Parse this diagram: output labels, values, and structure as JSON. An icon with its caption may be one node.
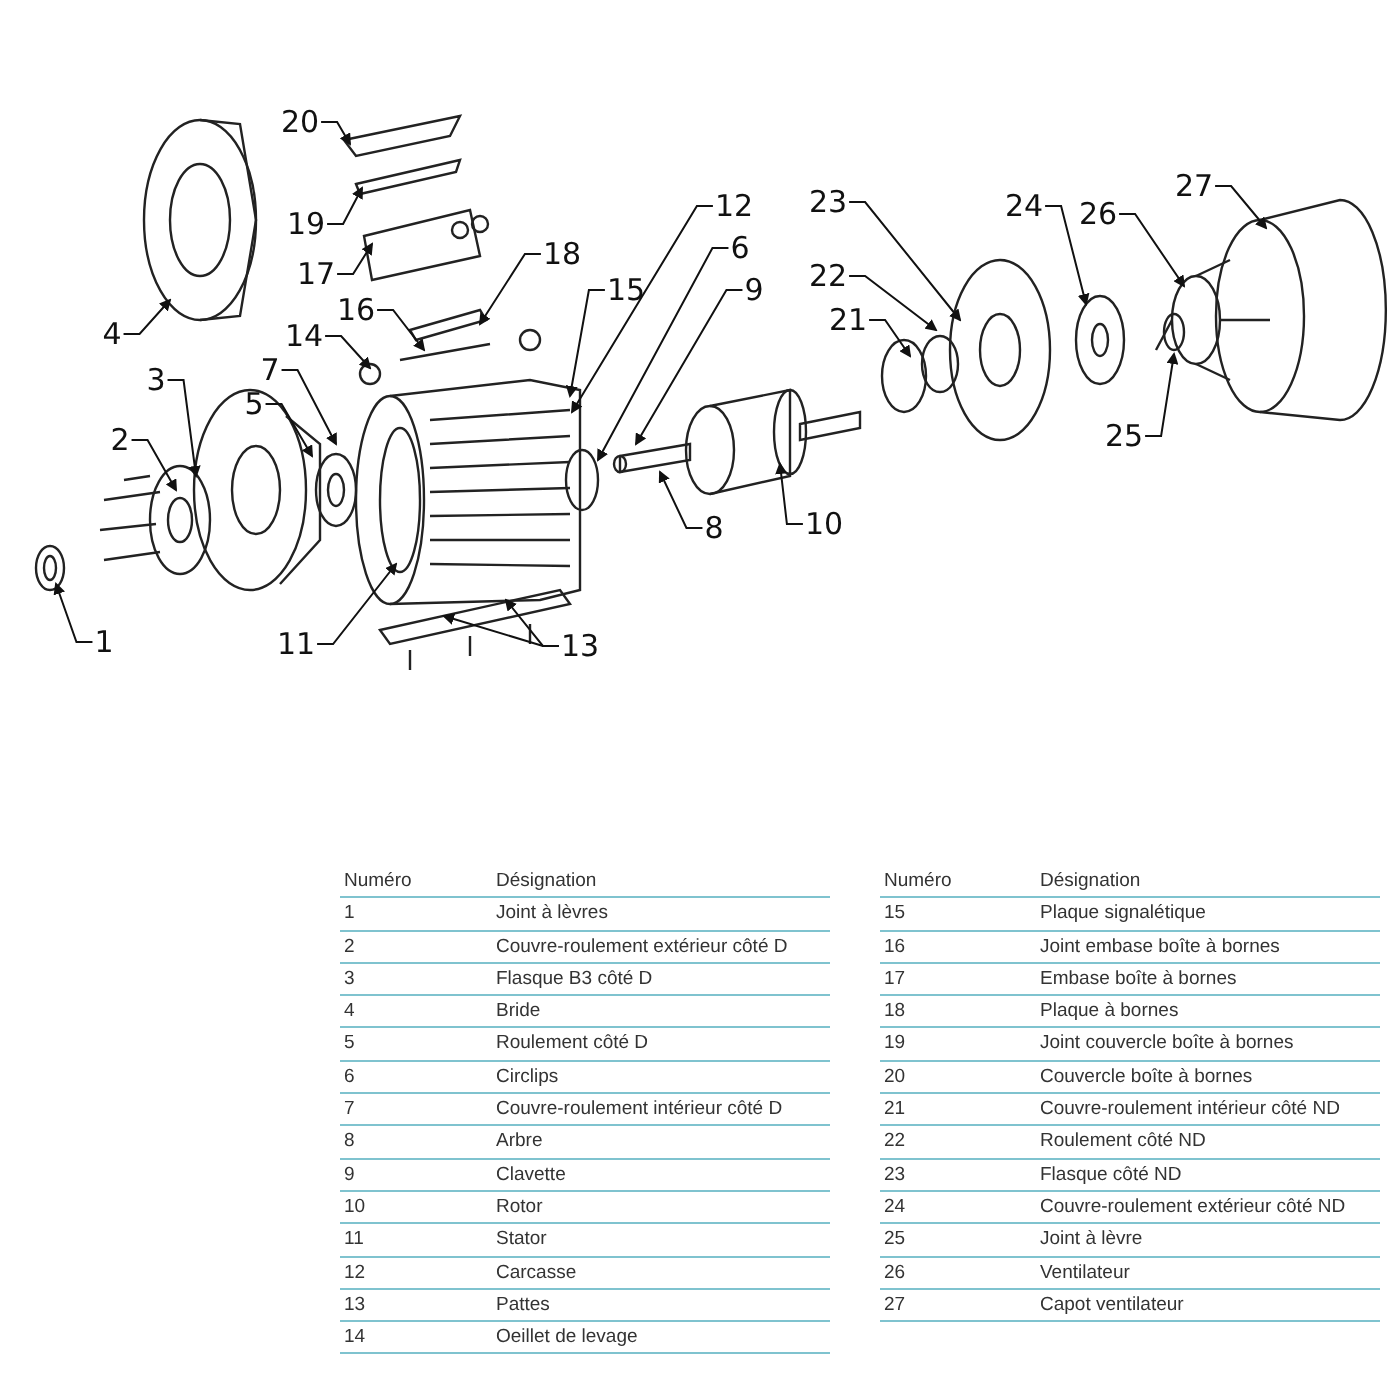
{
  "diagram": {
    "nodes": [
      {
        "text": [
          "1"
        ]
      },
      {
        "text": [
          "2"
        ]
      },
      {
        "text": [
          "3"
        ]
      },
      {
        "text": [
          "4"
        ]
      },
      {
        "text": [
          "5"
        ]
      },
      {
        "text": [
          "6"
        ]
      },
      {
        "text": [
          "7"
        ]
      },
      {
        "text": [
          "8"
        ]
      },
      {
        "text": [
          "9"
        ]
      },
      {
        "text": [
          "10"
        ]
      },
      {
        "text": [
          "11"
        ]
      },
      {
        "text": [
          "12"
        ]
      },
      {
        "text": [
          "13"
        ]
      },
      {
        "text": [
          "14"
        ]
      },
      {
        "text": [
          "15"
        ]
      },
      {
        "text": [
          "16"
        ]
      },
      {
        "text": [
          "17"
        ]
      },
      {
        "text": [
          "18"
        ]
      },
      {
        "text": [
          "19"
        ]
      },
      {
        "text": [
          "20"
        ]
      },
      {
        "text": [
          "21"
        ]
      },
      {
        "text": [
          "22"
        ]
      },
      {
        "text": [
          "23"
        ]
      },
      {
        "text": [
          "24"
        ]
      },
      {
        "text": [
          "25"
        ]
      },
      {
        "text": [
          "26"
        ]
      },
      {
        "text": [
          "27"
        ]
      }
    ],
    "edges": [
      {
        "from": 0,
        "to": null,
        "arrow": "to"
      },
      {
        "from": 1,
        "to": null,
        "arrow": "to"
      },
      {
        "from": 2,
        "to": null,
        "arrow": "to"
      },
      {
        "from": 3,
        "to": null,
        "arrow": "to"
      },
      {
        "from": 4,
        "to": null,
        "arrow": "to"
      },
      {
        "from": 5,
        "to": null,
        "arrow": "to"
      },
      {
        "from": 6,
        "to": null,
        "arrow": "to"
      },
      {
        "from": 7,
        "to": null,
        "arrow": "to"
      },
      {
        "from": 8,
        "to": null,
        "arrow": "to"
      },
      {
        "from": 9,
        "to": null,
        "arrow": "to"
      },
      {
        "from": 10,
        "to": null,
        "arrow": "to"
      },
      {
        "from": 11,
        "to": null,
        "arrow": "to"
      },
      {
        "from": 12,
        "to": null,
        "arrow": "to"
      },
      {
        "from": 12,
        "to": null,
        "arrow": "to"
      },
      {
        "from": 13,
        "to": null,
        "arrow": "to"
      },
      {
        "from": 14,
        "to": null,
        "arrow": "to"
      },
      {
        "from": 15,
        "to": null,
        "arrow": "to"
      },
      {
        "from": 16,
        "to": null,
        "arrow": "to"
      },
      {
        "from": 17,
        "to": null,
        "arrow": "to"
      },
      {
        "from": 18,
        "to": null,
        "arrow": "to"
      },
      {
        "from": 19,
        "to": null,
        "arrow": "to"
      },
      {
        "from": 20,
        "to": null,
        "arrow": "to"
      },
      {
        "from": 21,
        "to": null,
        "arrow": "to"
      },
      {
        "from": 22,
        "to": null,
        "arrow": "to"
      },
      {
        "from": 23,
        "to": null,
        "arrow": "to"
      },
      {
        "from": 24,
        "to": null,
        "arrow": "to"
      },
      {
        "from": 25,
        "to": null,
        "arrow": "to"
      },
      {
        "from": 26,
        "to": null,
        "arrow": "to"
      }
    ],
    "labels": [
      "Numéro",
      "Désignation",
      "1",
      "Joint à lèvres",
      "2",
      "Couvre-roulement extérieur côté D",
      "3",
      "Flasque B3 côté D",
      "4",
      "Bride",
      "5",
      "Roulement côté D",
      "6",
      "Circlips",
      "7",
      "Couvre-roulement intérieur côté D",
      "8",
      "Arbre",
      "9",
      "Clavette",
      "10",
      "Rotor",
      "11",
      "Stator",
      "12",
      "Carcasse",
      "13",
      "Pattes",
      "14",
      "Oeillet de levage",
      "Numéro",
      "Désignation",
      "15",
      "Plaque signalétique",
      "16",
      "Joint embase boîte à bornes",
      "17",
      "Embase boîte à bornes",
      "18",
      "Plaque à bornes",
      "19",
      "Joint couvercle boîte à bornes",
      "20",
      "Couvercle boîte à bornes",
      "21",
      "Couvre-roulement intérieur côté ND",
      "22",
      "Roulement côté ND",
      "23",
      "Flasque côté ND",
      "24",
      "Couvre-roulement extérieur côté ND",
      "25",
      "Joint à lèvre",
      "26",
      "Ventilateur",
      "27",
      "Capot ventilateur"
    ]
  }
}
